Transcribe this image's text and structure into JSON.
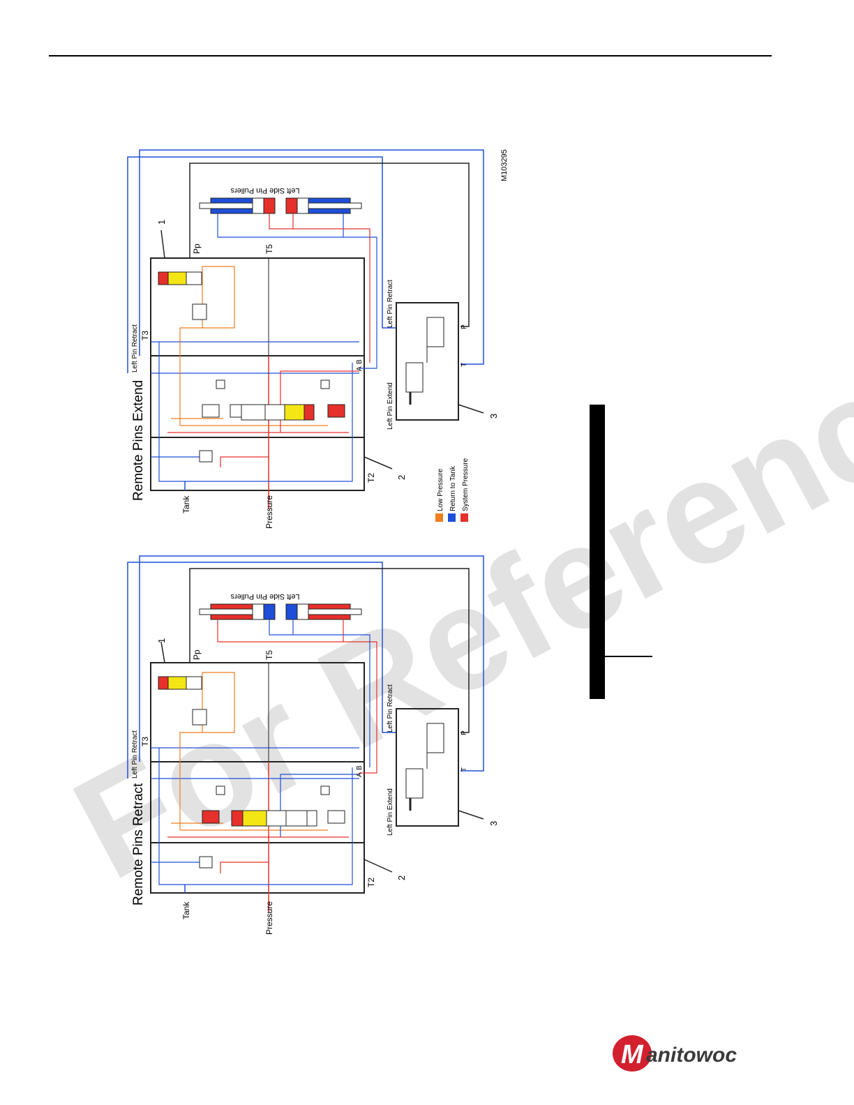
{
  "page": {
    "watermark": "For Reference Only",
    "figure_id": "M103295",
    "brand": "Manitowoc",
    "brand_accent": "#d2202f"
  },
  "colors": {
    "low_pressure": "#f07d1e",
    "return_to_tank": "#1f4fd8",
    "system_pressure": "#e6302b",
    "spool_yellow": "#f4e614",
    "line_black": "#222222"
  },
  "legend": [
    {
      "label": "Low Pressure",
      "color": "#f07d1e"
    },
    {
      "label": "Return to Tank",
      "color": "#1f4fd8"
    },
    {
      "label": "System Pressure",
      "color": "#e6302b"
    }
  ],
  "diagrams": [
    {
      "title": "Remote Pins Extend",
      "cylinder_label": "Left Side Pin Pullers",
      "ports": {
        "tank": "Tank",
        "pressure": "Pressure",
        "t2": "T2",
        "t3": "T3",
        "t5": "T5",
        "pp": "Pp",
        "b": "B",
        "a": "A",
        "p": "P",
        "t": "T"
      },
      "labels": {
        "left_pin_retract": "Left Pin Retract",
        "left_pin_extend": "Left Pin Extend"
      },
      "callouts": [
        "1",
        "2",
        "3"
      ]
    },
    {
      "title": "Remote Pins Retract",
      "cylinder_label": "Left Side Pin Pullers",
      "ports": {
        "tank": "Tank",
        "pressure": "Pressure",
        "t2": "T2",
        "t3": "T3",
        "t5": "T5",
        "pp": "Pp",
        "b": "B",
        "a": "A",
        "p": "P",
        "t": "T"
      },
      "labels": {
        "left_pin_retract": "Left Pin Retract",
        "left_pin_extend": "Left Pin Extend"
      },
      "callouts": [
        "1",
        "2",
        "3"
      ]
    }
  ]
}
